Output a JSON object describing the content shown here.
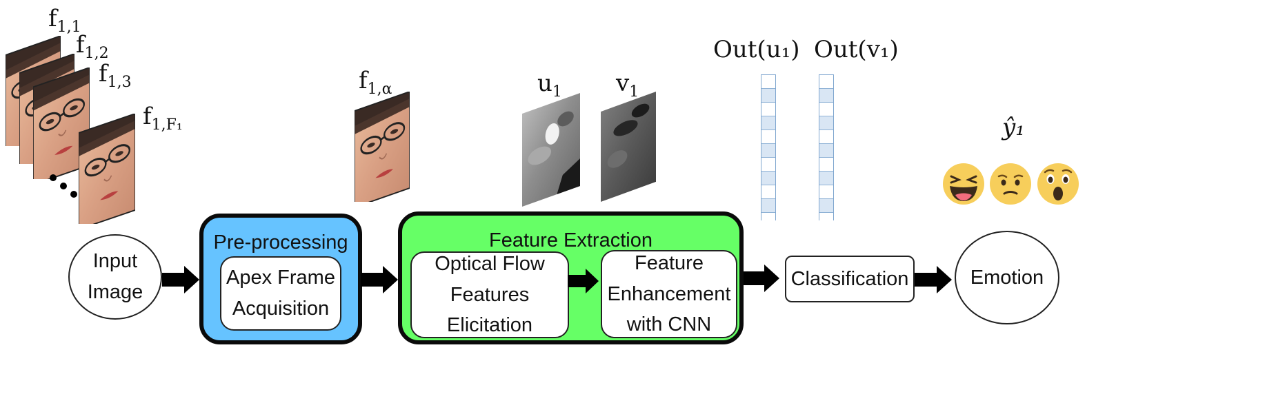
{
  "frame_labels": {
    "f11": {
      "base": "f",
      "sub": "1,1"
    },
    "f12": {
      "base": "f",
      "sub": "1,2"
    },
    "f13": {
      "base": "f",
      "sub": "1,3"
    },
    "f1F": {
      "base": "f",
      "sub": "1,F₁"
    },
    "apex": {
      "base": "f",
      "sub": "1,α"
    }
  },
  "flow_labels": {
    "u": {
      "base": "u",
      "sub": "1"
    },
    "v": {
      "base": "v",
      "sub": "1"
    }
  },
  "output_labels": {
    "out_u": "Out(u₁)",
    "out_v": "Out(v₁)"
  },
  "prediction_label": "ŷ₁",
  "nodes": {
    "input_line1": "Input",
    "input_line2": "Image",
    "preprocessing_title": "Pre-processing",
    "apex_line1": "Apex Frame",
    "apex_line2": "Acquisition",
    "feature_extraction_title": "Feature Extraction",
    "optical_line1": "Optical Flow",
    "optical_line2": "Features",
    "optical_line3": "Elicitation",
    "enhance_line1": "Feature",
    "enhance_line2": "Enhancement",
    "enhance_line3": "with CNN",
    "classification": "Classification",
    "emotion": "Emotion"
  },
  "colors": {
    "preprocessing_fill": "#66c3ff",
    "feature_extraction_fill": "#66ff66",
    "vector_fill": "#d9e6f4",
    "emoji_yellow": "#f7ce5b"
  },
  "icons": [
    "laughing-emoji-icon",
    "sad-emoji-icon",
    "surprised-emoji-icon"
  ]
}
